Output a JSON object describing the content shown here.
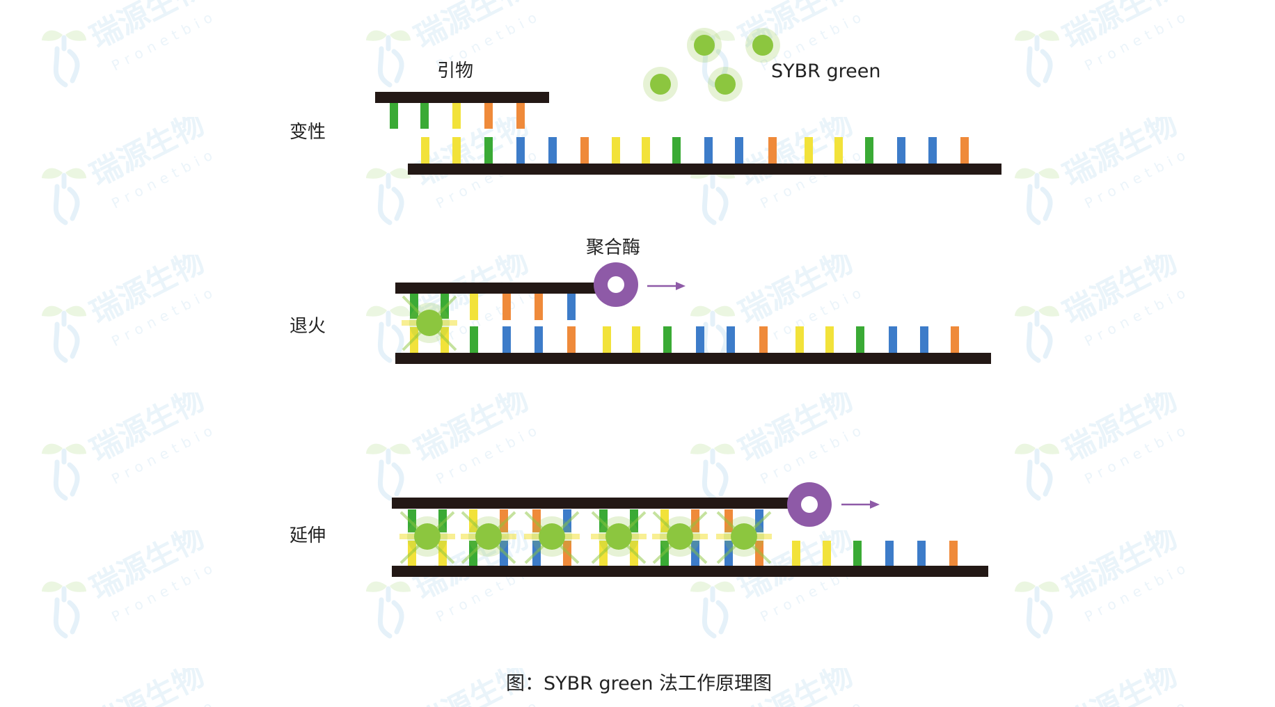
{
  "labels": {
    "primer": "引物",
    "sybr": "SYBR green",
    "polymerase": "聚合酶",
    "step_denature": "变性",
    "step_anneal": "退火",
    "step_extend": "延伸",
    "caption": "图：SYBR green 法工作原理图"
  },
  "watermark": {
    "brand": "瑞源生物",
    "sub": "Pronetbio"
  },
  "colors": {
    "strand": "#231815",
    "green": "#3aaa35",
    "yellow": "#f2e23a",
    "blue": "#3d7cc9",
    "orange": "#ef8a3a",
    "dye": "#8cc63f",
    "polymerase": "#8e5aa7",
    "arrow": "#8e5aa7"
  },
  "sequences": {
    "denature_primer": [
      "G",
      "G",
      "Y",
      "O",
      "O"
    ],
    "denature_template": [
      "Y",
      "Y",
      "G",
      "B",
      "B",
      "O",
      "Y",
      "Y",
      "G",
      "B",
      "B",
      "O",
      "Y",
      "Y",
      "G",
      "B",
      "B",
      "O"
    ],
    "anneal_top": [
      "Y",
      "O",
      "O",
      "B"
    ],
    "anneal_bottom": [
      "G",
      "B",
      "B",
      "O",
      "Y",
      "Y",
      "G",
      "B",
      "B",
      "O",
      "Y",
      "Y",
      "G",
      "B",
      "B",
      "O"
    ],
    "extend_bottom": [
      "Y",
      "Y",
      "G",
      "B",
      "B",
      "O"
    ]
  }
}
